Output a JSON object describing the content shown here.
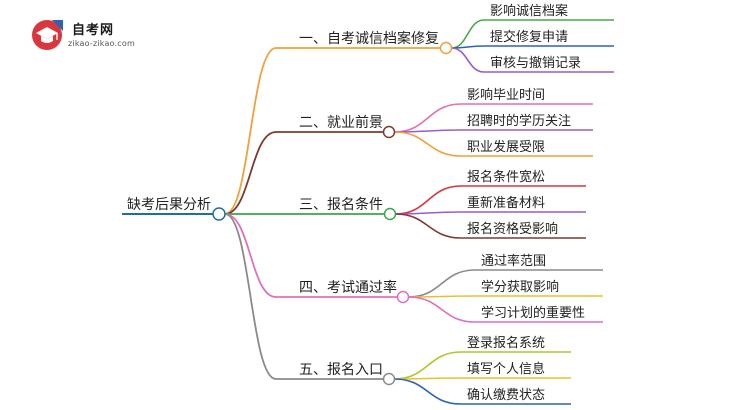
{
  "logo": {
    "title": "自考网",
    "url": "zikao-zikao.com"
  },
  "root": {
    "label": "缺考后果分析",
    "color": "#1f6f9e"
  },
  "branches": [
    {
      "label": "一、自考诚信档案修复",
      "color": "#f0a13a",
      "children": [
        {
          "label": "影响诚信档案",
          "color": "#49a843"
        },
        {
          "label": "提交修复申请",
          "color": "#2c63b4"
        },
        {
          "label": "审核与撤销记录",
          "color": "#9a5cc9"
        }
      ]
    },
    {
      "label": "二、就业前景",
      "color": "#7a3b2e",
      "children": [
        {
          "label": "影响毕业时间",
          "color": "#e56fb4"
        },
        {
          "label": "招聘时的学历关注",
          "color": "#9a5cc9"
        },
        {
          "label": "职业发展受限",
          "color": "#f0a13a"
        }
      ]
    },
    {
      "label": "三、报名条件",
      "color": "#3aa64a",
      "children": [
        {
          "label": "报名条件宽松",
          "color": "#d6373e"
        },
        {
          "label": "重新准备材料",
          "color": "#9a5cc9"
        },
        {
          "label": "报名资格受影响",
          "color": "#7a3b2e"
        }
      ]
    },
    {
      "label": "四、考试通过率",
      "color": "#e06fbf",
      "children": [
        {
          "label": "通过率范围",
          "color": "#8a8a8a"
        },
        {
          "label": "学分获取影响",
          "color": "#e6c12f"
        },
        {
          "label": "学习计划的重要性",
          "color": "#e06fbf"
        }
      ]
    },
    {
      "label": "五、报名入口",
      "color": "#8a8a8a",
      "children": [
        {
          "label": "登录报名系统",
          "color": "#b6c42a"
        },
        {
          "label": "填写个人信息",
          "color": "#e6c12f"
        },
        {
          "label": "确认缴费状态",
          "color": "#2c63b4"
        }
      ]
    }
  ]
}
